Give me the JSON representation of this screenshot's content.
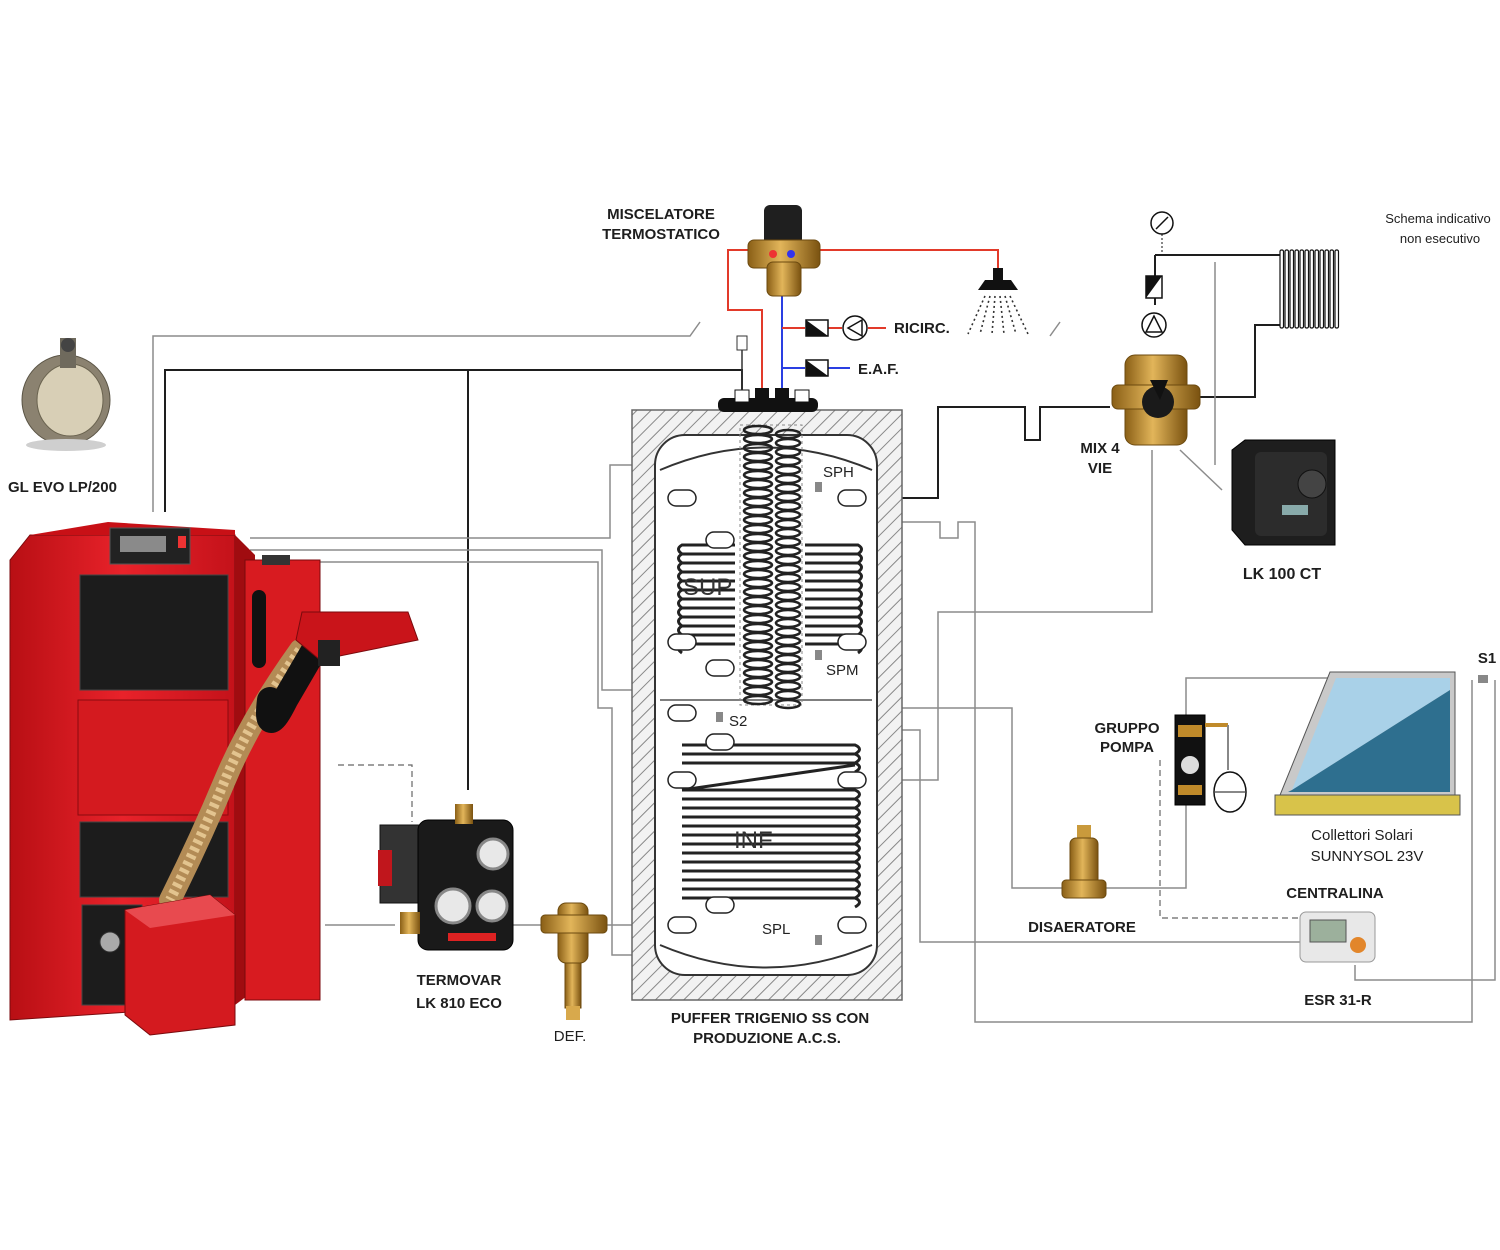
{
  "note": {
    "line1": "Schema indicativo",
    "line2": "non esecutivo"
  },
  "labels": {
    "miscelatore_1": "MISCELATORE",
    "miscelatore_2": "TERMOSTATICO",
    "ricirc": "RICIRC.",
    "eaf": "E.A.F.",
    "gl_evo": "GL EVO LP/200",
    "mix4_1": "MIX 4",
    "mix4_2": "VIE",
    "lk100": "LK 100 CT",
    "sph": "SPH",
    "spm": "SPM",
    "s2": "S2",
    "spl": "SPL",
    "sup": "SUP",
    "inf": "INF",
    "s1": "S1",
    "gruppo_1": "GRUPPO",
    "gruppo_2": "POMPA",
    "collettori_1": "Collettori Solari",
    "collettori_2": "SUNNYSOL 23V",
    "centralina": "CENTRALINA",
    "esr": "ESR 31-R",
    "disaeratore": "DISAERATORE",
    "termovar_1": "TERMOVAR",
    "termovar_2": "LK 810 ECO",
    "def": "DEF.",
    "puffer_1": "PUFFER TRIGENIO SS CON",
    "puffer_2": "PRODUZIONE A.C.S."
  },
  "colors": {
    "boiler_red": "#e0141a",
    "hot_line": "#e23a2a",
    "cold_line": "#2a3fe2",
    "brass": "#c99a3c",
    "collector_blue": "#2e6f8f",
    "collector_light": "#a9d1e8",
    "insulation_hatch": "#777777"
  },
  "icons": [
    "boiler",
    "pellet-burner",
    "draft-regulator",
    "thermostatic-mixer",
    "shower",
    "pump",
    "check-valve",
    "4-way-mixing-valve",
    "actuator",
    "radiator",
    "pressure-gauge",
    "expansion-vessel",
    "air-separator",
    "dirt-separator",
    "solar-collector",
    "controller"
  ]
}
